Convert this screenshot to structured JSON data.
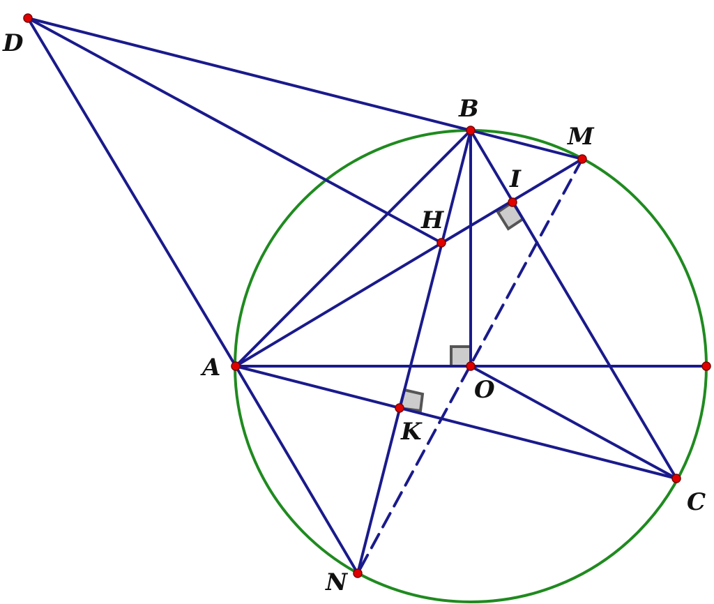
{
  "labels": {
    "D": "D",
    "B": "B",
    "M": "M",
    "I": "I",
    "H": "H",
    "A": "A",
    "O": "O",
    "K": "K",
    "C": "C",
    "N": "N"
  },
  "colors": {
    "circle": "#1f8a1f",
    "segment": "#1a1a8c",
    "point": "#e00000",
    "right_angle_fill": "#cccccc",
    "right_angle_stroke": "#555555"
  }
}
